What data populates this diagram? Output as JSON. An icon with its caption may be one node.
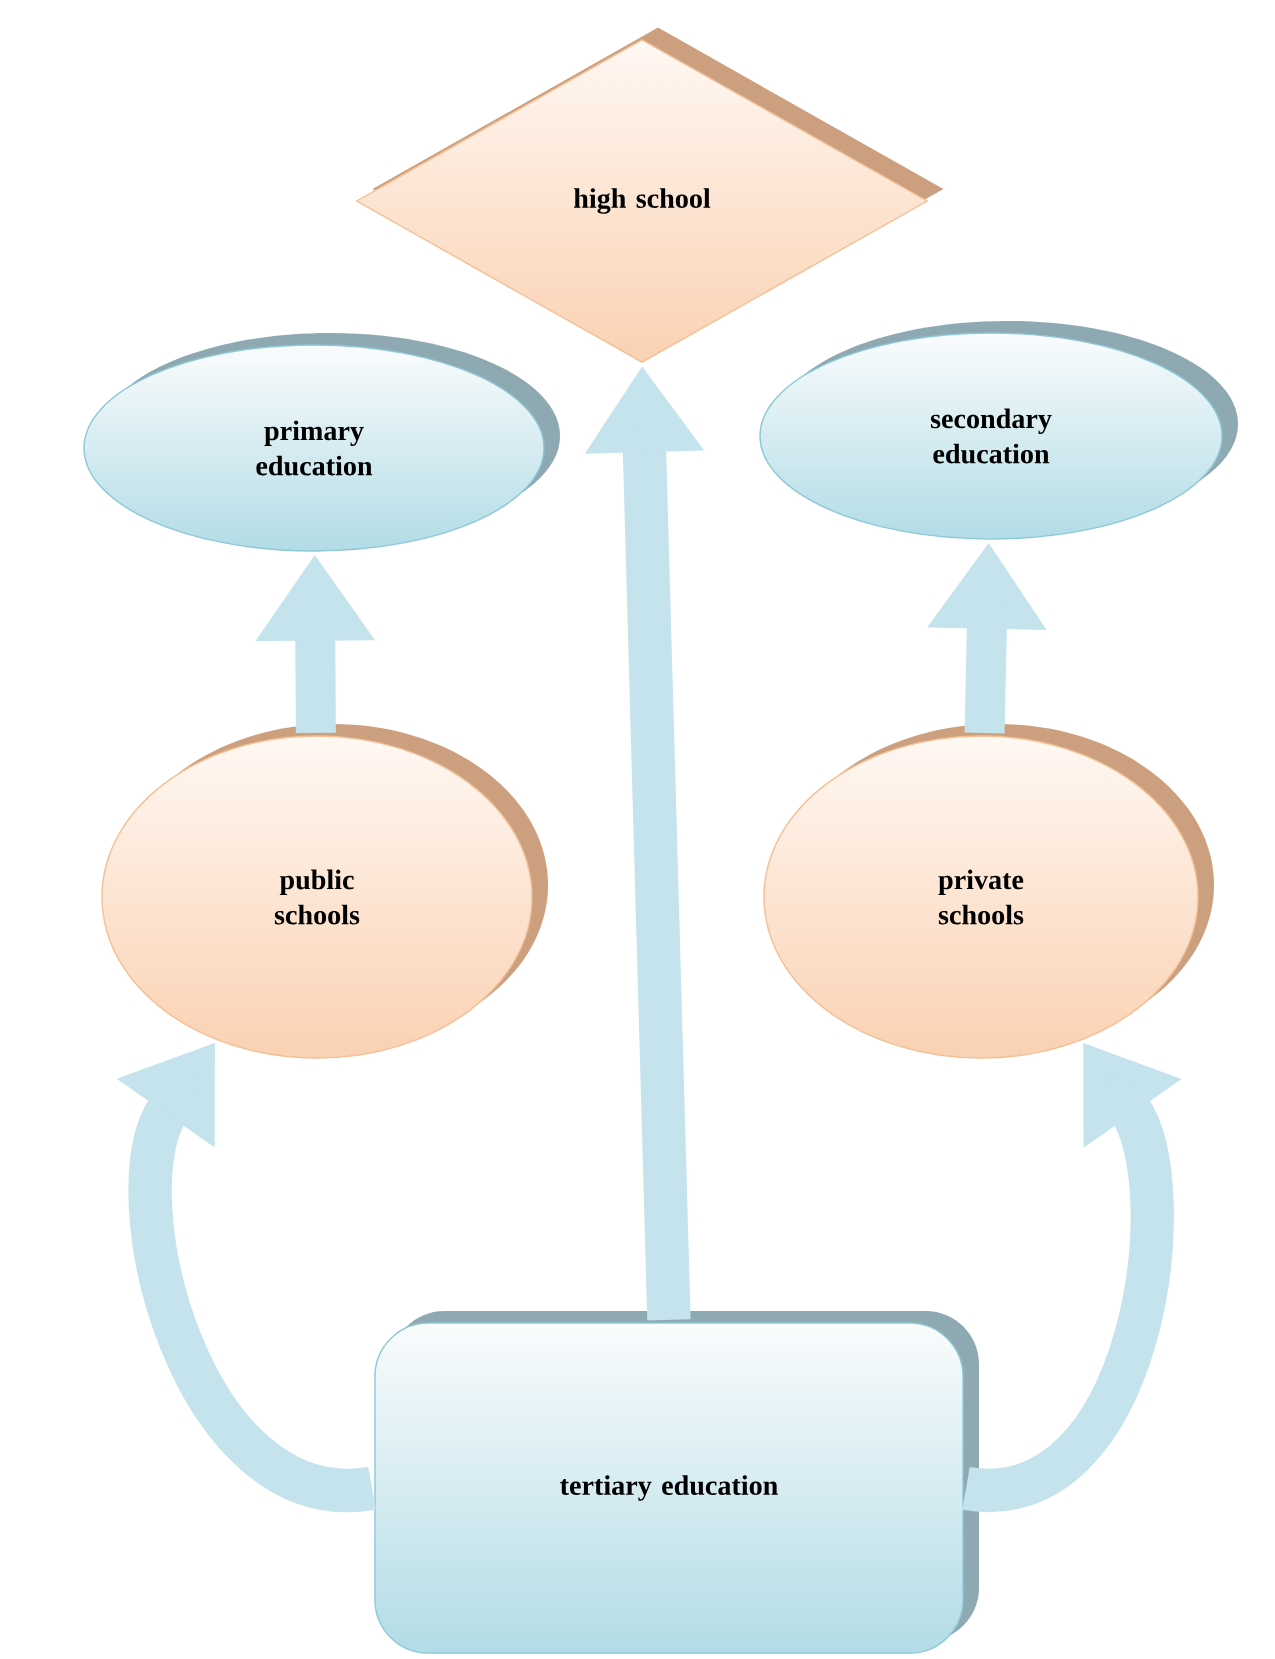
{
  "diagram": {
    "nodes": [
      {
        "text": [
          "high school"
        ]
      },
      {
        "text": [
          "primary education"
        ]
      },
      {
        "text": [
          "secondary education"
        ]
      },
      {
        "text": [
          "public schools"
        ]
      },
      {
        "text": [
          "private schools"
        ]
      },
      {
        "text": [
          "tertiary education"
        ]
      }
    ],
    "edges": [
      {
        "from": 3,
        "to": 1,
        "arrow": "to"
      },
      {
        "from": 4,
        "to": 2,
        "arrow": "to"
      },
      {
        "from": 5,
        "to": 0,
        "arrow": "to"
      },
      {
        "from": 5,
        "to": 3,
        "arrow": "to"
      },
      {
        "from": 5,
        "to": 4,
        "arrow": "to"
      }
    ]
  }
}
